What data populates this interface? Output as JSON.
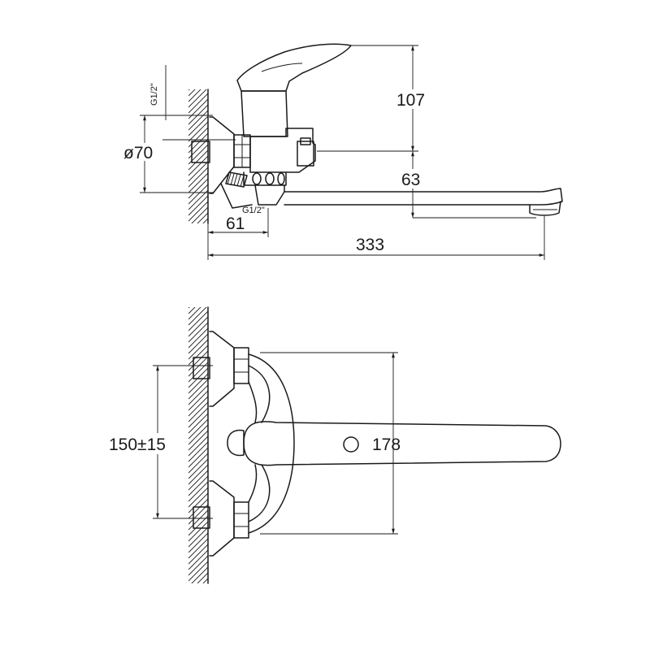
{
  "side_view": {
    "height_dim": "107",
    "spout_dim": "63",
    "diameter_dim": "ø70",
    "offset_dim": "61",
    "length_dim": "333",
    "thread_top": "G1/2\"",
    "thread_bottom": "G1/2\""
  },
  "top_view": {
    "spacing_dim": "150±15",
    "width_dim": "178"
  }
}
